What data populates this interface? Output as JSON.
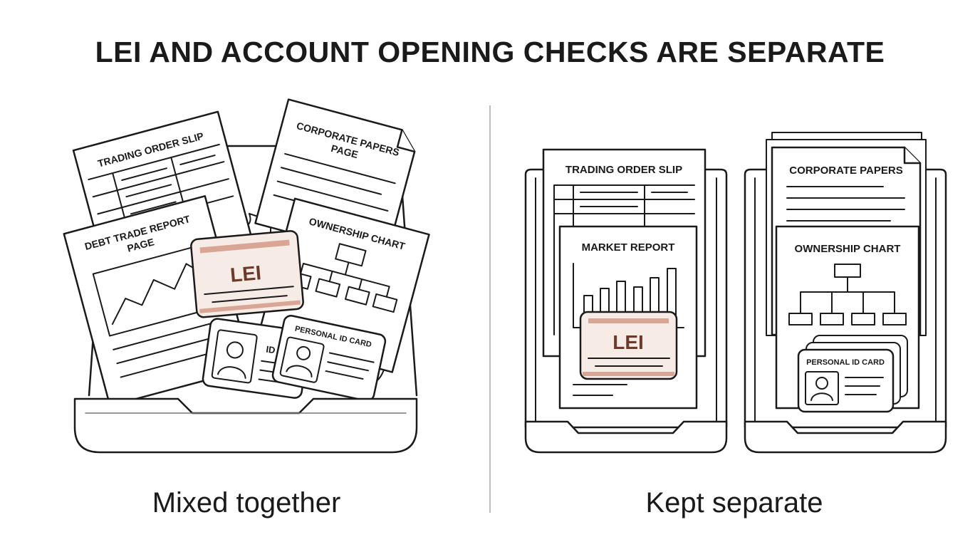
{
  "title": "LEI AND ACCOUNT OPENING CHECKS ARE SEPARATE",
  "panels": {
    "left": {
      "caption": "Mixed together",
      "docs": {
        "trading": "TRADING ORDER SLIP",
        "corporate_l1": "CORPORATE PAPERS",
        "corporate_l2": "PAGE",
        "debt_l1": "DEBT TRADE REPORT",
        "debt_l2": "PAGE",
        "ownership": "OWNERSHIP CHART",
        "lei": "LEI",
        "id": "ID",
        "personal_id": "PERSONAL ID CARD"
      }
    },
    "right": {
      "caption": "Kept separate",
      "docs": {
        "trading": "TRADING ORDER SLIP",
        "market": "MARKET REPORT",
        "lei": "LEI",
        "corporate": "CORPORATE PAPERS",
        "ownership": "OWNERSHIP CHART",
        "personal_id": "PERSONAL ID CARD"
      }
    }
  },
  "colors": {
    "ink": "#1a1a1a",
    "lei_text": "#6b3a2a",
    "lei_band": "#d9a696",
    "lei_fill": "#f7ebe6"
  }
}
